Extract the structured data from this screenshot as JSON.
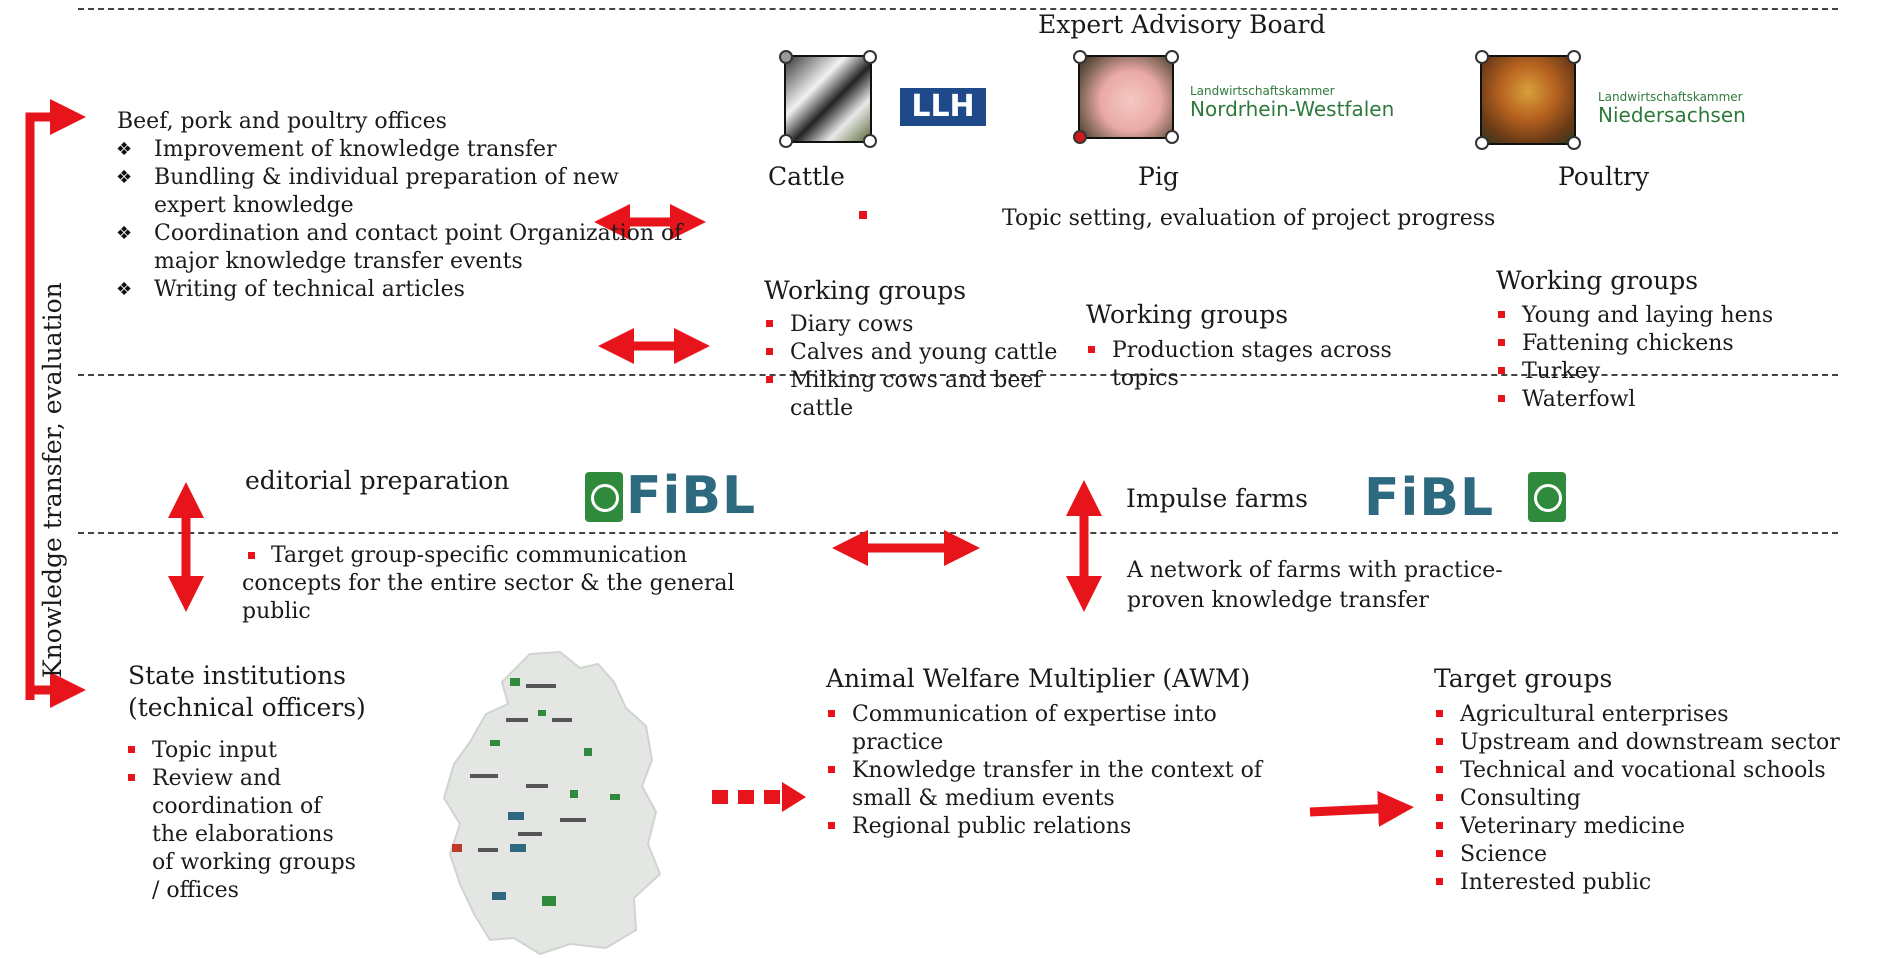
{
  "board": {
    "title": "Expert Advisory Board",
    "species": [
      "Cattle",
      "Pig",
      "Poultry"
    ],
    "topic_setting": "Topic setting, evaluation of project progress",
    "logos": {
      "llh": "LLH",
      "lwk_nrw_small": "Landwirtschaftskammer",
      "lwk_nrw_big": "Nordrhein-Westfalen",
      "lwk_nds_small": "Landwirtschaftskammer",
      "lwk_nds_big": "Niedersachsen"
    }
  },
  "offices": {
    "title": "Beef, pork and poultry offices",
    "items": [
      "Improvement of knowledge transfer",
      "Bundling & individual preparation of new expert knowledge",
      "Coordination and contact point Organization of major knowledge transfer events",
      "Writing of technical articles"
    ]
  },
  "wg_cattle": {
    "title": "Working groups",
    "items": [
      "Diary cows",
      "Calves and young cattle",
      "Milking cows and beef cattle"
    ]
  },
  "wg_pig": {
    "title": "Working groups",
    "items": [
      "Production stages across topics"
    ]
  },
  "wg_poultry": {
    "title": "Working groups",
    "items": [
      "Young and laying hens",
      "Fattening chickens",
      "Turkey",
      "Waterfowl"
    ]
  },
  "side_label": "Knowledge transfer, evaluation",
  "editorial": {
    "title": "editorial preparation",
    "text": "Target group-specific communication concepts for the entire sector & the general public",
    "logo": "FiBL"
  },
  "impulse": {
    "title": "Impulse farms",
    "text": "A network of farms with practice-proven knowledge transfer",
    "logo": "FiBL"
  },
  "state": {
    "title": "State institutions (technical officers)",
    "items": [
      "Topic input",
      "Review and coordination of the elaborations of working groups / offices"
    ]
  },
  "awm": {
    "title": "Animal Welfare Multiplier (AWM)",
    "items": [
      "Communication of expertise into practice",
      "Knowledge transfer in the context of small & medium events",
      "Regional public relations"
    ]
  },
  "targets": {
    "title": "Target groups",
    "items": [
      "Agricultural enterprises",
      "Upstream and downstream sector",
      "Technical and vocational schools",
      "Consulting",
      "Veterinary medicine",
      "Science",
      "Interested public"
    ]
  },
  "colors": {
    "arrow": "#e8141c",
    "fibl": "#2e6a7f",
    "dlg": "#2f8a3c",
    "llh": "#1f4a8a",
    "lwk": "#2f7a3a"
  }
}
